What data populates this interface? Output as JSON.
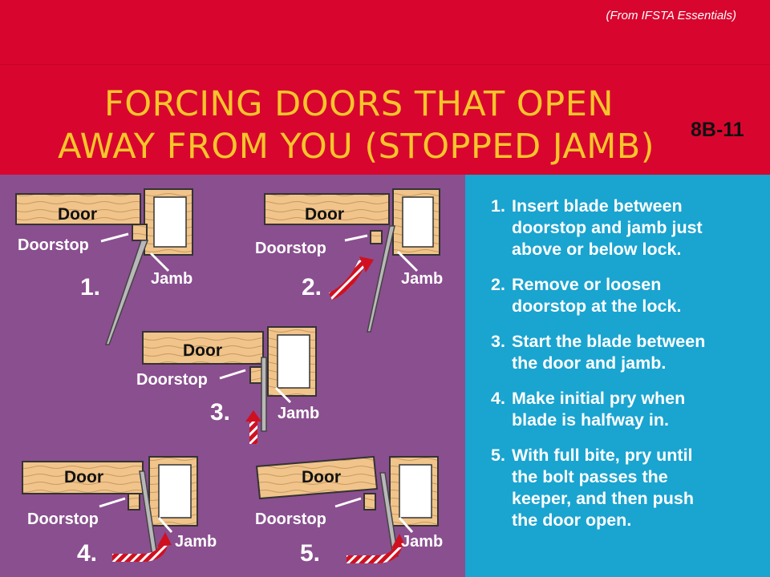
{
  "source_note": "(From IFSTA Essentials)",
  "title": {
    "line1": "FORCING DOORS THAT OPEN",
    "line2": "AWAY FROM YOU (STOPPED JAMB)"
  },
  "slide_number": "8B-11",
  "labels": {
    "door": "Door",
    "doorstop": "Doorstop",
    "jamb": "Jamb"
  },
  "panels": [
    {
      "number": "1."
    },
    {
      "number": "2."
    },
    {
      "number": "3."
    },
    {
      "number": "4."
    },
    {
      "number": "5."
    }
  ],
  "steps": [
    {
      "num": "1.",
      "text": "Insert blade between\ndoorstop and jamb just\nabove or below lock."
    },
    {
      "num": "2.",
      "text": "Remove or loosen\ndoorstop at the lock."
    },
    {
      "num": "3.",
      "text": "Start the blade between\nthe door and jamb."
    },
    {
      "num": "4.",
      "text": "Make initial pry when\nblade is halfway in."
    },
    {
      "num": "5.",
      "text": "With full bite, pry until\nthe bolt passes the\nkeeper, and then push\nthe door open."
    }
  ],
  "colors": {
    "header_red": "#d8062e",
    "title_yellow": "#f7c52b",
    "left_purple": "#8a4f8f",
    "right_blue": "#1aa4d0",
    "wood": "#f0c48a",
    "arrow_red": "#d01020"
  }
}
